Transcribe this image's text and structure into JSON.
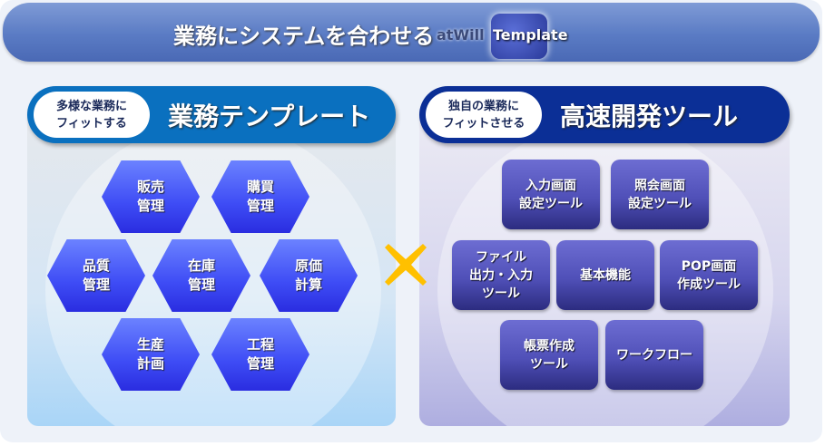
{
  "header": {
    "title": "業務にシステムを合わせる",
    "logo": "atWillTemplate"
  },
  "left": {
    "badge": [
      "多様な業務に",
      "フィットする"
    ],
    "title": "業務テンプレート",
    "items": [
      [
        "販売",
        "管理"
      ],
      [
        "購買",
        "管理"
      ],
      [
        "品質",
        "管理"
      ],
      [
        "在庫",
        "管理"
      ],
      [
        "原価",
        "計算"
      ],
      [
        "生産",
        "計画"
      ],
      [
        "工程",
        "管理"
      ]
    ]
  },
  "right": {
    "badge": [
      "独自の業務に",
      "フィットさせる"
    ],
    "title": "高速開発ツール",
    "items": [
      [
        "入力画面",
        "設定ツール"
      ],
      [
        "照会画面",
        "設定ツール"
      ],
      [
        "ファイル",
        "出力・入力",
        "ツール"
      ],
      [
        "基本機能"
      ],
      [
        "POP画面",
        "作成ツール"
      ],
      [
        "帳票作成",
        "ツール"
      ],
      [
        "ワークフロー"
      ]
    ]
  },
  "colors": {
    "left_accent": "#0a70bf",
    "right_accent": "#0b2f96",
    "cross": "#ffc000"
  },
  "icons": {
    "cross": "times-icon"
  }
}
